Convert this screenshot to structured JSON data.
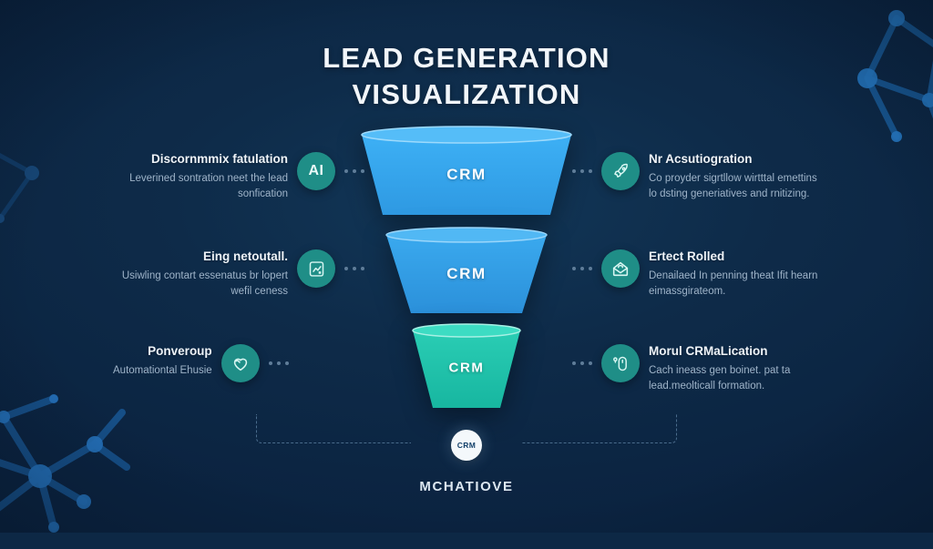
{
  "theme": {
    "background": "#0d2845",
    "accent_blue": "#35a9f0",
    "accent_blue_dark": "#2f95dd",
    "accent_teal": "#21c3ac",
    "badge_teal": "#1f8e87",
    "title_color": "#f2f6fa",
    "body_text": "#9fb4c9"
  },
  "title": {
    "line1": "LEAD GENERATION",
    "line2": "VISUALIZATION"
  },
  "funnel": {
    "stages": [
      {
        "label": "CRM",
        "color": "#35a9f0",
        "top_width": 230,
        "bottom_width": 186,
        "height": 96
      },
      {
        "label": "CRM",
        "color": "#32a2e8",
        "top_width": 176,
        "bottom_width": 128,
        "height": 94
      },
      {
        "label": "CRM",
        "color": "#21c3ac",
        "top_width": 118,
        "bottom_width": 74,
        "height": 92
      }
    ]
  },
  "left_items": [
    {
      "icon": "ai-badge-icon",
      "icon_text": "AI",
      "heading": "Discornmmix fatulation",
      "body": "Leverined sontration neet the lead sonfication"
    },
    {
      "icon": "document-chart-icon",
      "icon_text": "",
      "heading": "Eing netoutall.",
      "body": "Usiwling contart essenatus br lopert wefil ceness"
    },
    {
      "icon": "heart-handshake-icon",
      "icon_text": "",
      "heading": "Ponveroup",
      "body": "Automationtal Ehusie"
    }
  ],
  "right_items": [
    {
      "icon": "rocket-icon",
      "icon_text": "",
      "heading": "Nr Acsutiogration",
      "body": "Co proyder sigrtllow wirtttal emettins lo dsting generiatives and rnitizing."
    },
    {
      "icon": "envelope-icon",
      "icon_text": "",
      "heading": "Ertect Rolled",
      "body": "Denailaed In penning theat Ifit hearn eimassgirateom."
    },
    {
      "icon": "mouse-device-icon",
      "icon_text": "",
      "heading": "Morul CRMaLication",
      "body": "Cach ineass gen boinet. pat ta lead.meolticall formation."
    }
  ],
  "hub": {
    "label": "CRM"
  },
  "footer": {
    "label": "MCHATIOVE"
  }
}
